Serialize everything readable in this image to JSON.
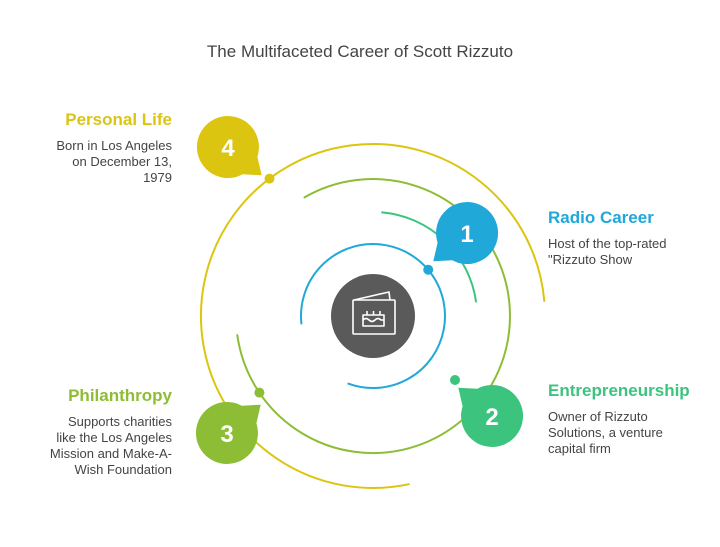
{
  "title": "The Multifaceted Career of Scott Rizzuto",
  "center_icon": "birthday-card-icon",
  "colors": {
    "radio": "#1FA8D8",
    "entrepreneurship": "#3CC47F",
    "philanthropy": "#8DBD35",
    "personal": "#DCC510",
    "center": "#5A5A5A"
  },
  "items": [
    {
      "number": "1",
      "title": "Radio Career",
      "description_lines": [
        "Host of the top-rated",
        "\"Rizzuto Show"
      ]
    },
    {
      "number": "2",
      "title": "Entrepreneurship",
      "description_lines": [
        "Owner of Rizzuto",
        "Solutions, a venture",
        "capital firm"
      ]
    },
    {
      "number": "3",
      "title": "Philanthropy",
      "description_lines": [
        "Supports charities",
        "like the Los Angeles",
        "Mission and Make-A-",
        "Wish Foundation"
      ]
    },
    {
      "number": "4",
      "title": "Personal Life",
      "description_lines": [
        "Born in Los Angeles",
        "on December 13,",
        "1979"
      ]
    }
  ]
}
